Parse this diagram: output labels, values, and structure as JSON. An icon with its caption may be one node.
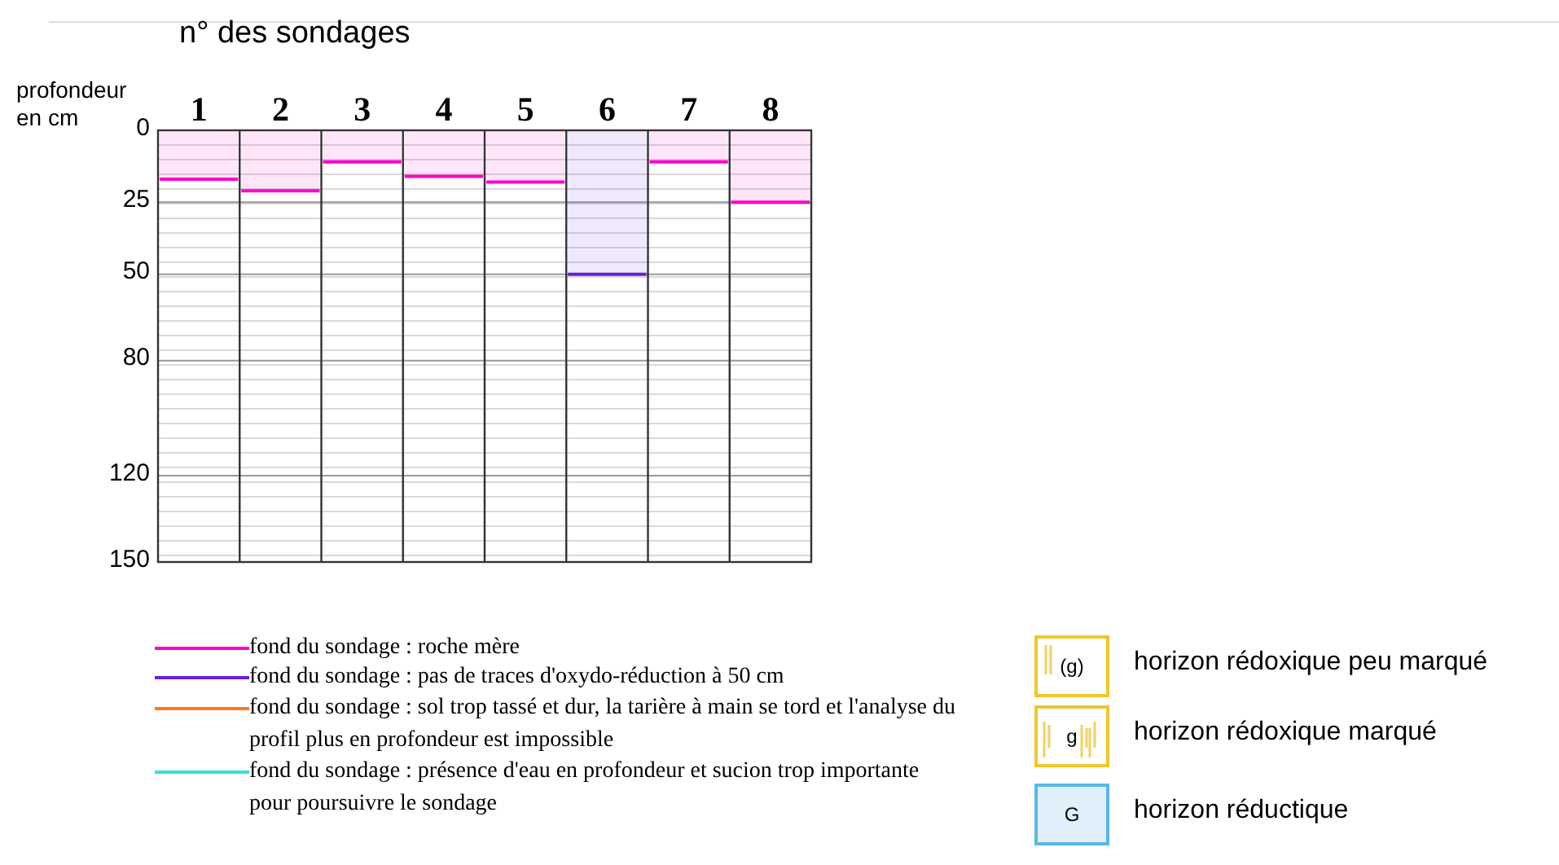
{
  "diagram": {
    "labels": [
      "(g)",
      "g",
      "G"
    ],
    "legend": [
      {
        "text": "fond du sondage : roche mère",
        "color": "#ff00cc"
      },
      {
        "text": "fond du sondage : pas de traces d'oxydo-réduction à 50 cm",
        "color": "#6a1fd6"
      },
      {
        "text": "fond du sondage : sol trop tassé et dur, la tarière à main se tord et l'analyse du profil plus en profondeur est impossible",
        "color": "#ff7a1a"
      },
      {
        "text": "fond du sondage : présence d'eau en profondeur et sucion trop importante pour poursuivre le sondage",
        "color": "#33e0e0"
      },
      {
        "text": "horizon rédoxique peu marqué"
      },
      {
        "text": "horizon rédoxique marqué"
      },
      {
        "text": "horizon réductique"
      }
    ],
    "chart_data": {
      "type": "bar",
      "grid": true,
      "xlabel": "n° des sondages",
      "ylabel": "profondeur en cm",
      "categories": [
        "1",
        "2",
        "3",
        "4",
        "5",
        "6",
        "7",
        "8"
      ],
      "yticks": [
        0,
        25,
        50,
        80,
        120,
        150
      ],
      "ylim": [
        150,
        0
      ],
      "series": [
        {
          "color": "#ff00cc",
          "values": [
            17,
            21,
            11,
            16,
            18,
            null,
            11,
            25
          ]
        },
        {
          "color": "#6a1fd6",
          "values": [
            null,
            null,
            null,
            null,
            null,
            50,
            null,
            null
          ]
        }
      ]
    }
  }
}
